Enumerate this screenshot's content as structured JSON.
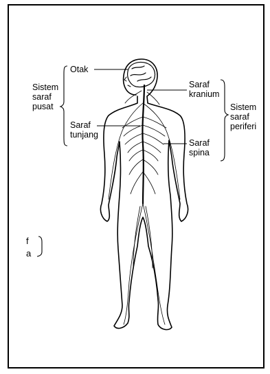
{
  "labels": {
    "otak": "Otak",
    "sistem_saraf_pusat": [
      "Sistem",
      "saraf",
      "pusat"
    ],
    "saraf_tunjang": [
      "Saraf",
      "tunjang"
    ],
    "saraf_kranium": [
      "Saraf",
      "kranium"
    ],
    "saraf_spina": [
      "Saraf",
      "spina"
    ],
    "sistem_saraf_periferi": [
      "Sistem",
      "saraf",
      "periferi"
    ],
    "cut_off_fragment": [
      "f",
      "a"
    ]
  },
  "colors": {
    "ink": "#000000",
    "background": "#ffffff"
  }
}
